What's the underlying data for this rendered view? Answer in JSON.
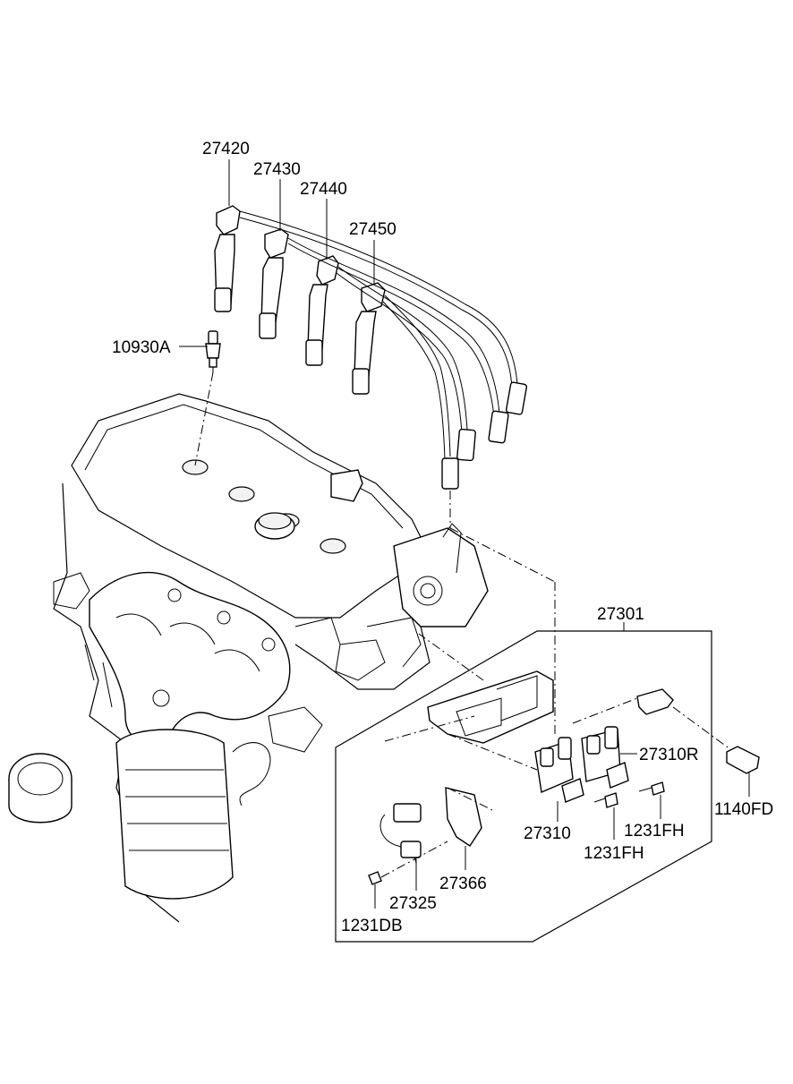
{
  "diagram": {
    "part_labels": {
      "p27420": "27420",
      "p27430": "27430",
      "p27440": "27440",
      "p27450": "27450",
      "p10930A": "10930A",
      "p27301": "27301",
      "p27310R": "27310R",
      "p1140FD": "1140FD",
      "p27310": "27310",
      "p1231FH_a": "1231FH",
      "p1231FH_b": "1231FH",
      "p27366": "27366",
      "p27325": "27325",
      "p1231DB": "1231DB"
    },
    "colors": {
      "line": "#000000",
      "background": "#ffffff"
    }
  }
}
